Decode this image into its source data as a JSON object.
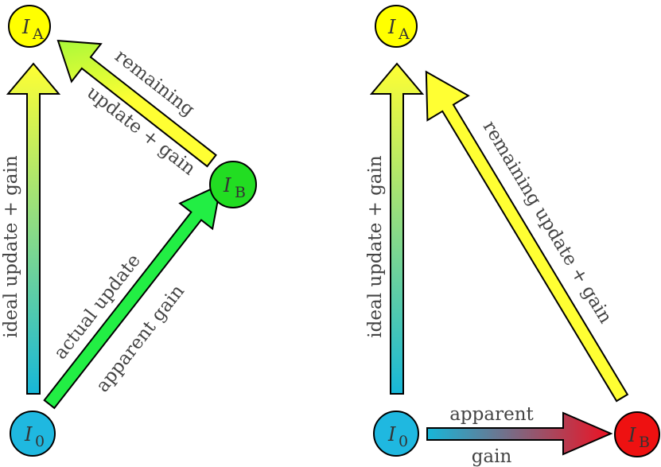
{
  "colors": {
    "node_A": "#ffff00",
    "node_0": "#1fb8e0",
    "node_B_left": "#22dd22",
    "node_B_right": "#ee1111",
    "yellow": "#ffff33",
    "cyan": "#17b7d8",
    "green": "#22ee44",
    "lime": "#88f040",
    "orange": "#ff8a2a",
    "red": "#ff1010"
  },
  "left": {
    "nodes": {
      "A": {
        "letter": "I",
        "sub": "A"
      },
      "zero": {
        "letter": "I",
        "sub": "0"
      },
      "B": {
        "letter": "I",
        "sub": "B"
      }
    },
    "labels": {
      "ideal": "ideal update + gain",
      "actual": "actual update",
      "apparent": "apparent gain",
      "remaining": "remaining",
      "update_gain": "update + gain"
    }
  },
  "right": {
    "nodes": {
      "A": {
        "letter": "I",
        "sub": "A"
      },
      "zero": {
        "letter": "I",
        "sub": "0"
      },
      "B": {
        "letter": "I",
        "sub": "B"
      }
    },
    "labels": {
      "ideal": "ideal update + gain",
      "remaining": "remaining update + gain",
      "apparent": "apparent",
      "gain": "gain"
    }
  }
}
